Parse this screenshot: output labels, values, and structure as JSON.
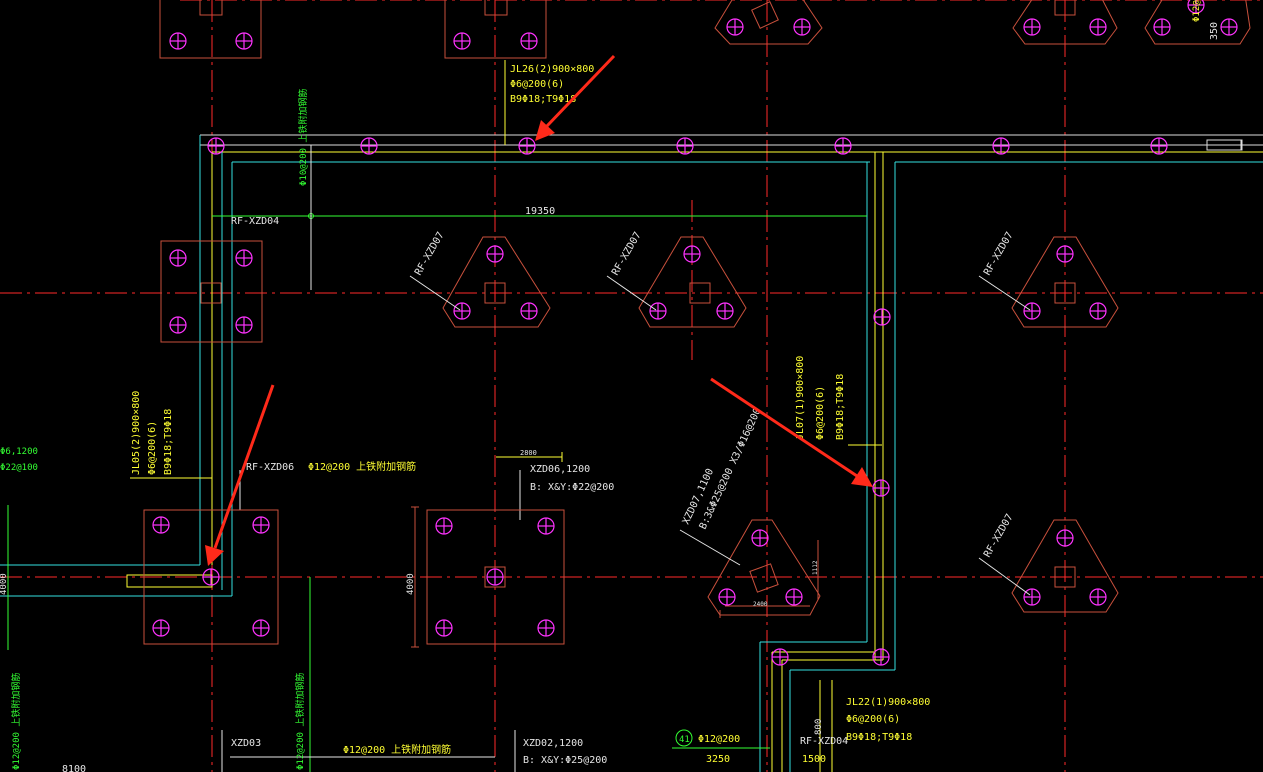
{
  "drawing": {
    "dimension_top": "19350",
    "dimension_small": "2800",
    "dimension_height": "4000",
    "dimension_350": "350",
    "dimension_bottom_left": "8100",
    "dimension_bottom_mid": "3250",
    "dimension_bottom_right": "1500",
    "dimension_800": "800",
    "dimension_tri_small_a": "1112",
    "dimension_tri_small_b": "2400",
    "axis_bubble": "41",
    "axis_bubble_text": "Φ12@200",
    "cap_labels": {
      "rf_xzd04": "RF-XZD04",
      "rf_xzd06": "RF-XZD06",
      "rf_xzd07_a": "RF-XZD07",
      "rf_xzd07_b": "RF-XZD07",
      "rf_xzd07_c": "RF-XZD07",
      "rf_xzd07_d": "RF-XZD07",
      "rf_xzd04_b": "RF-XZD04",
      "xzd03": "XZD03",
      "xzd06_1200": "XZD06,1200",
      "xzd06_bars": "B: X&Y:Φ22@200",
      "xzd02_1200": "XZD02,1200",
      "xzd02_bars": "B: X&Y:Φ25@200",
      "xzd07_1100": "XZD07,1100",
      "xzd07_bars": "B:3&Φ25@200 X3/Φ16@200",
      "left_cut_a": "Φ6,1200",
      "left_cut_b": "Φ22@100"
    },
    "beam_labels": {
      "jl26_name": "JL26(2)900×800",
      "jl26_stirrup": "Φ6@200(6)",
      "jl26_long": "B9Φ18;T9Φ18",
      "jl05_name": "JL05(2)900×800",
      "jl05_stirrup": "Φ6@200(6)",
      "jl05_long": "B9Φ18;T9Φ18",
      "jl07_name": "JL07(1)900×800",
      "jl07_stirrup": "Φ6@200(6)",
      "jl07_long": "B9Φ18;T9Φ18",
      "jl22_name": "JL22(1)900×800",
      "jl22_stirrup": "Φ6@200(6)",
      "jl22_long": "B9Φ18;T9Φ18"
    },
    "rebar_labels": {
      "vert_top": "Φ10@200 上铁附加钢筋",
      "horiz_mid": "Φ12@200 上铁附加钢筋",
      "horiz_bottom": "Φ12@200 上铁附加钢筋",
      "vert_left_bottom": "Φ12@200 上铁附加钢筋",
      "vert_mid_bottom": "Φ12@200 上铁附加钢筋",
      "corner_top_right": "Φ12@"
    },
    "colors": {
      "background": "#000000",
      "grid_line": "#ff2a2a",
      "cap_outline": "#c8503c",
      "pile": "#ff33ff",
      "beam_yellow": "#ffff33",
      "beam_cyan": "#35e0e0",
      "text_white": "#e6e6e6",
      "text_green": "#33ff33",
      "annotation_arrow": "#ff2a1a"
    },
    "annotation_arrows": 3
  }
}
